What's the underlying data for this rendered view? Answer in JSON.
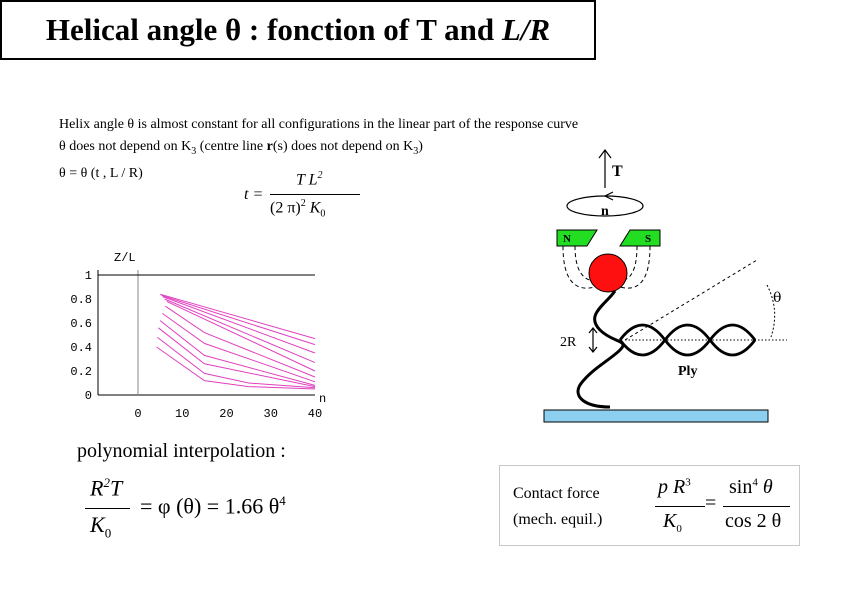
{
  "title": {
    "prefix": "Helical angle θ : fonction of T and ",
    "italic": "L/R"
  },
  "lines": {
    "line1": "Helix angle θ is almost constant for all configurations in the linear part of the response curve",
    "line2_a": "θ does not depend on K",
    "line2_sub": "3",
    "line2_b": " (centre line ",
    "line2_bold": "r",
    "line2_c": "(s) does not depend on K",
    "line2_sub2": "3",
    "line2_d": ")",
    "line3": "θ = θ (t , L / R)"
  },
  "t_formula": {
    "lhs": "t =",
    "num": "T L",
    "num_sup": "2",
    "den": "(2 π)",
    "den_sup": "2",
    "den_K": " K",
    "den_sub": "0"
  },
  "chart_data": {
    "type": "line",
    "ylabel": "Z/L",
    "xlabel": "n",
    "xlim": [
      0,
      40
    ],
    "ylim": [
      0,
      1
    ],
    "x_ticks": [
      "0",
      "10",
      "20",
      "30",
      "40"
    ],
    "y_ticks": [
      "0",
      "0.2",
      "0.4",
      "0.6",
      "0.8",
      "1"
    ],
    "line_color": "#e040c0",
    "series": [
      {
        "x": [
          5,
          40
        ],
        "y": [
          0.84,
          0.47
        ]
      },
      {
        "x": [
          5.3,
          40
        ],
        "y": [
          0.83,
          0.42
        ]
      },
      {
        "x": [
          5.6,
          40
        ],
        "y": [
          0.82,
          0.35
        ]
      },
      {
        "x": [
          6,
          40
        ],
        "y": [
          0.8,
          0.27
        ]
      },
      {
        "x": [
          6.5,
          40
        ],
        "y": [
          0.78,
          0.2
        ]
      },
      {
        "x": [
          6.2,
          15,
          40
        ],
        "y": [
          0.74,
          0.52,
          0.15
        ]
      },
      {
        "x": [
          5.5,
          15,
          40
        ],
        "y": [
          0.68,
          0.43,
          0.11
        ]
      },
      {
        "x": [
          5,
          15,
          40
        ],
        "y": [
          0.62,
          0.33,
          0.08
        ]
      },
      {
        "x": [
          4.6,
          15,
          40
        ],
        "y": [
          0.56,
          0.26,
          0.07
        ]
      },
      {
        "x": [
          4.4,
          15,
          25,
          40
        ],
        "y": [
          0.48,
          0.18,
          0.1,
          0.06
        ]
      },
      {
        "x": [
          4.2,
          15,
          25,
          40
        ],
        "y": [
          0.4,
          0.12,
          0.07,
          0.05
        ]
      }
    ]
  },
  "interp": {
    "label": "polynomial interpolation  :",
    "lhs_num": "R",
    "lhs_num_sup": "2",
    "lhs_num_T": "T",
    "lhs_den": "K",
    "lhs_den_sub": "0",
    "rhs": "= φ (θ) = 1.66 θ",
    "rhs_sup": "4"
  },
  "contact": {
    "label1": "Contact force",
    "label2": "(mech. equil.)",
    "num": "p R",
    "num_sup": "3",
    "den": "K",
    "den_sub": "0",
    "eq": "=",
    "rnum": "sin",
    "rnum_sup": "4",
    "rnum_b": " θ",
    "rden": "cos 2 θ"
  },
  "diagram": {
    "T": "T",
    "n": "n",
    "N": "N",
    "S": "S",
    "theta": "θ",
    "twoR": "2R",
    "ply": "Ply",
    "green": "#22dd22",
    "red": "#ff1010",
    "blue": "#8ccfee"
  }
}
